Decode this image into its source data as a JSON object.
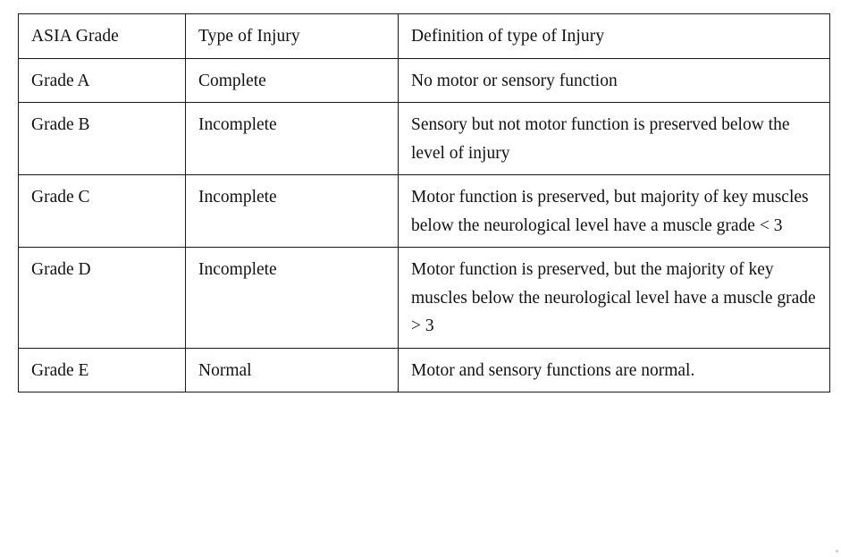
{
  "document": {
    "type": "table",
    "background_color": "#ffffff",
    "text_color": "#121212",
    "border_color": "#1a1a1a"
  },
  "table": {
    "columns": [
      {
        "key": "grade",
        "header": "ASIA Grade"
      },
      {
        "key": "type",
        "header": "Type of Injury"
      },
      {
        "key": "definition",
        "header": "Definition of type of Injury"
      }
    ],
    "rows": [
      {
        "grade": "Grade A",
        "type": "Complete",
        "definition": "No motor or sensory function"
      },
      {
        "grade": "Grade B",
        "type": "Incomplete",
        "definition": "Sensory but not motor function is preserved below the level of injury"
      },
      {
        "grade": "Grade C",
        "type": "Incomplete",
        "definition": "Motor function is preserved, but majority of key muscles below the neurological level have a muscle grade < 3"
      },
      {
        "grade": "Grade D",
        "type": "Incomplete",
        "definition": "Motor function is preserved, but the majority of key muscles below the neurological level have a muscle grade > 3"
      },
      {
        "grade": "Grade E",
        "type": "Normal",
        "definition": "Motor and sensory functions are normal."
      }
    ]
  }
}
